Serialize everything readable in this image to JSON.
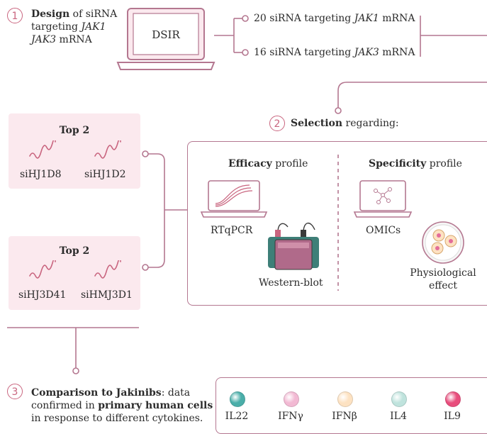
{
  "step1": {
    "number": "1",
    "title_bold": "Design",
    "title_rest": " of siRNA",
    "line2": "targeting ",
    "line2_italic": "JAK1",
    "line3_italic": "JAK3",
    "line3_rest": " mRNA",
    "laptop_label": "DSIR",
    "out1_prefix": "20 siRNA targeting ",
    "out1_gene": "JAK1",
    "out1_suffix": " mRNA",
    "out2_prefix": "16 siRNA targeting ",
    "out2_gene": "JAK3",
    "out2_suffix": " mRNA"
  },
  "top_jak1": {
    "title": "Top 2",
    "left": "siHJ1D8",
    "right": "siHJ1D2"
  },
  "top_jak3": {
    "title": "Top 2",
    "left": "siHJ3D41",
    "right": "siHMJ3D1"
  },
  "step2": {
    "number": "2",
    "title_bold": "Selection",
    "title_rest": " regarding:",
    "efficacy_bold": "Efficacy",
    "efficacy_rest": " profile",
    "specificity_bold": "Specificity",
    "specificity_rest": "  profile",
    "rtqpcr": "RTqPCR",
    "western": "Western-blot",
    "omics": "OMICs",
    "physio_line1": "Physiological",
    "physio_line2": "effect"
  },
  "step3": {
    "number": "3",
    "line1_bold": "Comparison to Jakinibs",
    "line1_rest": ": data",
    "line2_a": "confirmed in ",
    "line2_bold": "primary human cells",
    "line3": "in response to different cytokines."
  },
  "cytokines": [
    {
      "label": "IL22",
      "color": "#4aaea9"
    },
    {
      "label": "IFNγ",
      "color": "#f2b9d3"
    },
    {
      "label": "IFNβ",
      "color": "#fde2c2"
    },
    {
      "label": "IL4",
      "color": "#bfe3dd"
    },
    {
      "label": "IL9",
      "color": "#e84d7c"
    }
  ],
  "colors": {
    "accent": "#c9657f",
    "line": "#b47790",
    "box_fill": "#fbe9ee",
    "laptop_screen": "#fbe9ee"
  }
}
